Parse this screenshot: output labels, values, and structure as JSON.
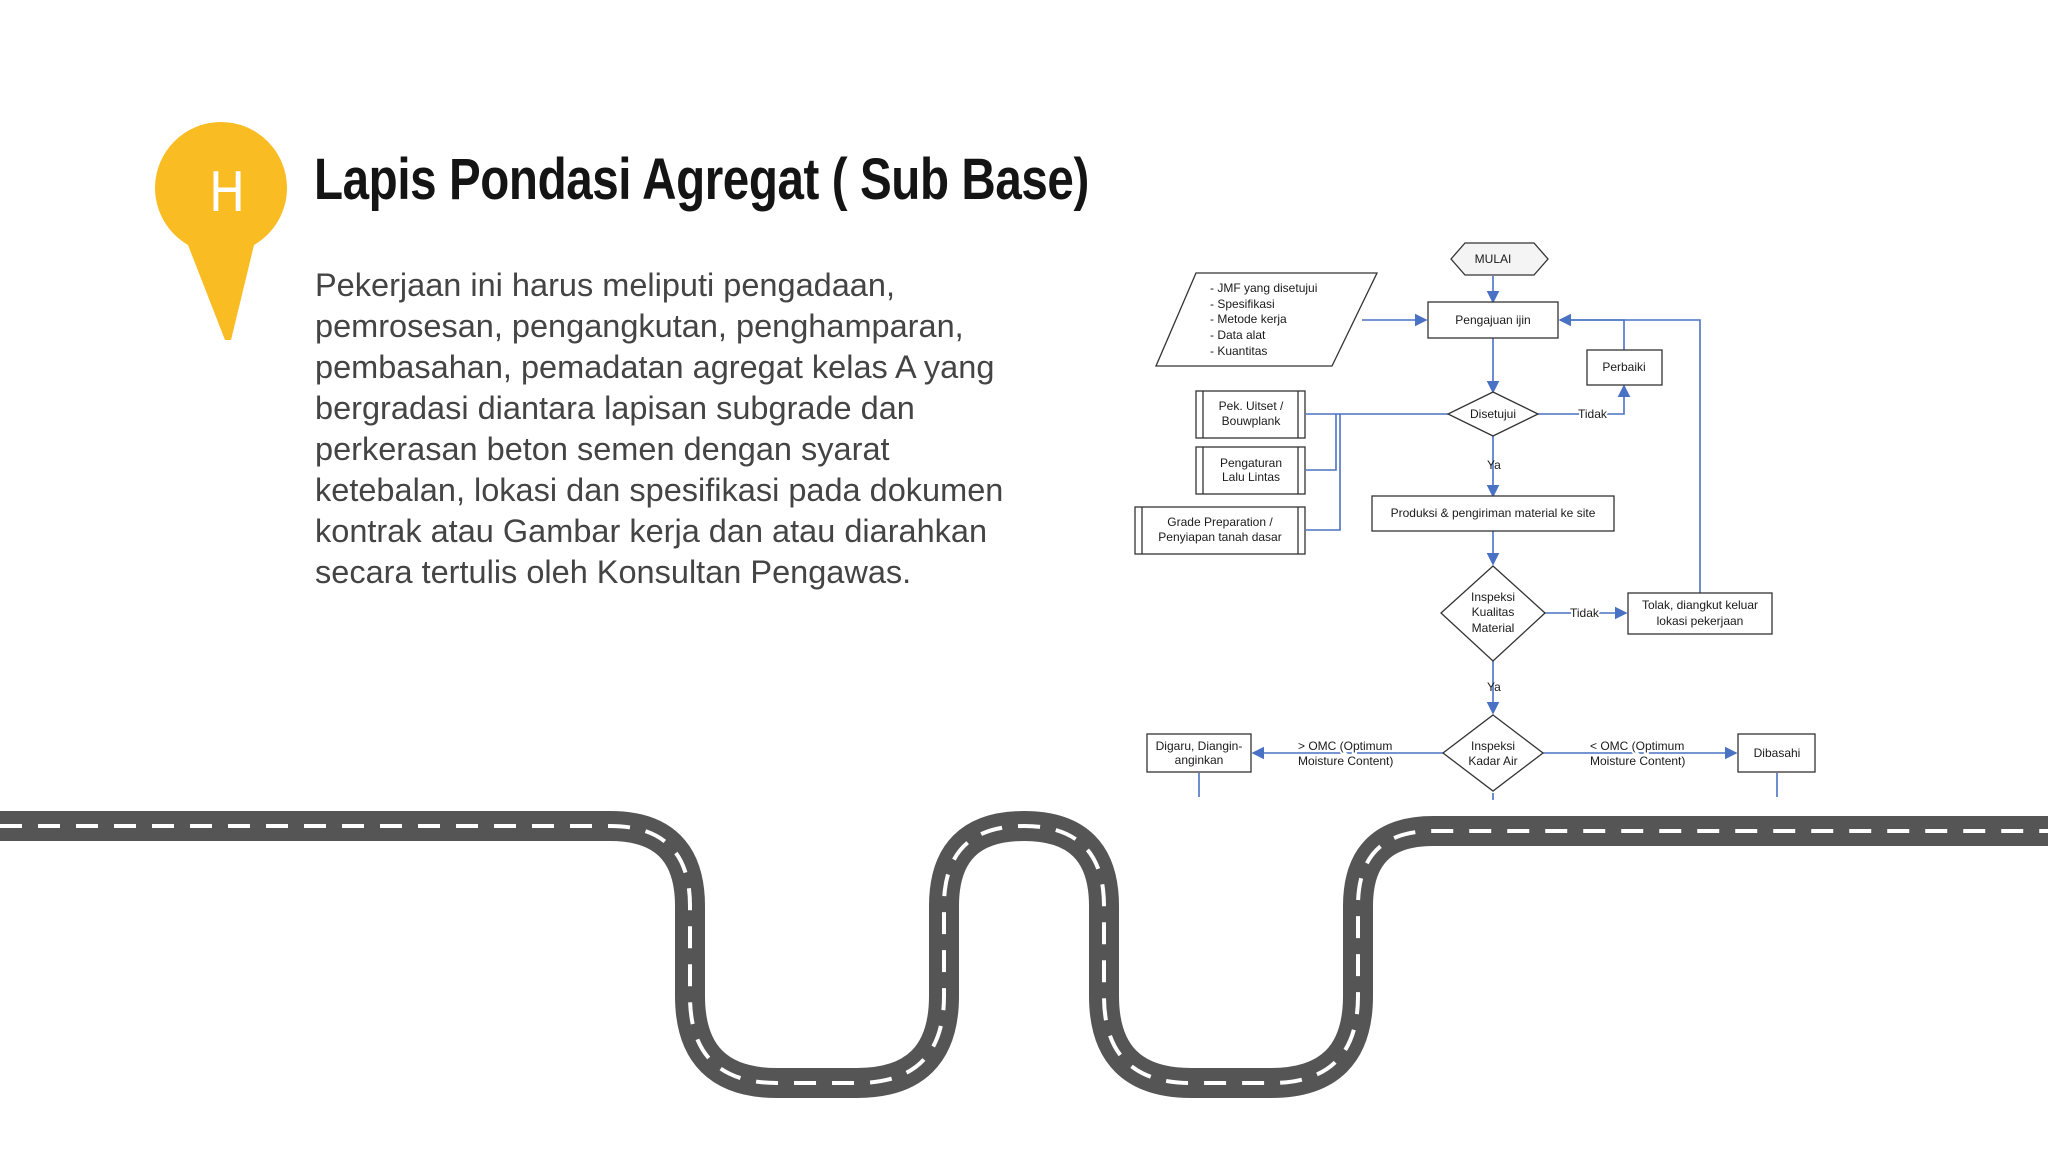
{
  "marker": {
    "letter": "H",
    "color": "#F9BC22"
  },
  "title": "Lapis Pondasi Agregat ( Sub Base)",
  "body": "Pekerjaan ini harus meliputi pengadaan, pemrosesan, pengangkutan, penghamparan, pembasahan, pemadatan agregat kelas A yang bergradasi diantara lapisan subgrade dan perkerasan beton semen dengan syarat ketebalan, lokasi dan spesifikasi pada dokumen kontrak atau Gambar kerja dan atau diarahkan secara tertulis oleh Konsultan Pengawas.",
  "road": {
    "color": "#555555",
    "dash_color": "#ffffff"
  },
  "flowchart": {
    "line_color": "#4a72c4",
    "start": "MULAI",
    "inputs": [
      "- JMF yang disetujui",
      "- Spesifikasi",
      "- Metode kerja",
      "- Data alat",
      "- Kuantitas"
    ],
    "pengajuan": "Pengajuan ijin",
    "perbaiki": "Perbaiki",
    "disetujui": "Disetujui",
    "tidak": "Tidak",
    "ya": "Ya",
    "uitset": [
      "Pek. Uitset /",
      "Bouwplank"
    ],
    "lalu_lintas": [
      "Pengaturan",
      "Lalu Lintas"
    ],
    "grade_prep": [
      "Grade Preparation /",
      "Penyiapan tanah dasar"
    ],
    "produksi": "Produksi & pengiriman material ke site",
    "inspeksi_kualitas": [
      "Inspeksi",
      "Kualitas",
      "Material"
    ],
    "tolak": [
      "Tolak, diangkut keluar",
      "lokasi pekerjaan"
    ],
    "inspeksi_kadar": [
      "Inspeksi",
      "Kadar Air"
    ],
    "omc_more": [
      "> OMC (Optimum",
      "Moisture Content)"
    ],
    "omc_less": [
      "< OMC (Optimum",
      "Moisture Content)"
    ],
    "digaru": [
      "Digaru, Diangin-",
      "anginkan"
    ],
    "dibasahi": "Dibasahi"
  }
}
